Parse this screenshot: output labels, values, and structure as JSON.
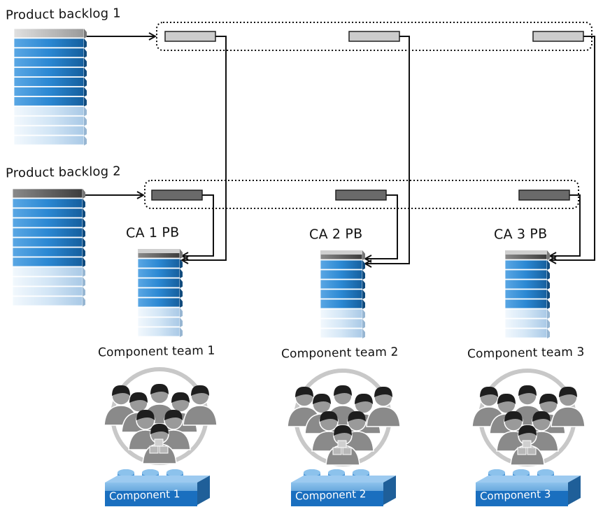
{
  "labels": {
    "product_backlog_1": "Product backlog 1",
    "product_backlog_2": "Product backlog 2",
    "ca1": "CA 1 PB",
    "ca2": "CA 2 PB",
    "ca3": "CA 3 PB",
    "team1": "Component team 1",
    "team2": "Component team 2",
    "team3": "Component team 3",
    "component1": "Component 1",
    "component2": "Component 2",
    "component3": "Component 3"
  },
  "colors": {
    "backlog_blue": "#2b88d3",
    "backlog_light": "#cfe4f6",
    "item_pb1": "#cccccc",
    "item_pb2": "#6a6a6a",
    "people_gray": "#8a8a8a",
    "component_blue": "#3a8ad3",
    "component_label_bg": "#1a6fbf"
  }
}
